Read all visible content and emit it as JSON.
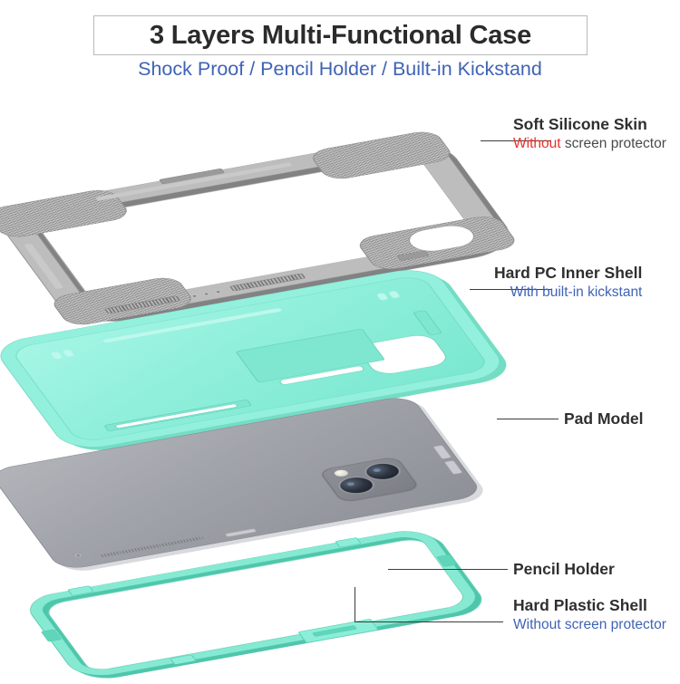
{
  "header": {
    "title": "3 Layers Multi-Functional Case",
    "subtitle": "Shock Proof / Pencil Holder / Built-in Kickstand"
  },
  "colors": {
    "title_text": "#2b2b2b",
    "subtitle_blue": "#3f63b5",
    "accent_red": "#e8312a",
    "mint": "#8fefdb",
    "mint_deep": "#6fe0c6",
    "silicone_gray": "#a9a9a9",
    "pad_gray": "#a2a4ab",
    "leader_line": "#3c3c3c",
    "title_border": "#b9b9b9"
  },
  "callouts": [
    {
      "id": "soft-silicone-skin",
      "title": "Soft Silicone Skin",
      "sub_emphasis": "Without",
      "sub_rest": " screen protector",
      "sub_emphasis_color": "red",
      "sub_rest_color": "gray"
    },
    {
      "id": "hard-pc-inner-shell",
      "title": "Hard PC Inner Shell",
      "sub_full": "With built-in kickstant",
      "sub_color": "blue"
    },
    {
      "id": "pad-model",
      "title": "Pad Model"
    },
    {
      "id": "pencil-holder",
      "title": "Pencil Holder"
    },
    {
      "id": "hard-plastic-shell",
      "title": "Hard Plastic Shell",
      "sub_full": "Without screen protector",
      "sub_color": "blue"
    }
  ],
  "diagram": {
    "type": "exploded-view",
    "layers": [
      {
        "name": "soft-silicone-skin",
        "material": "silicone",
        "color": "#a9a9a9",
        "form": "open-bumper-frame"
      },
      {
        "name": "hard-pc-inner-shell",
        "material": "hard-pc",
        "color": "#8fefdb",
        "form": "solid-tray-with-kickstand"
      },
      {
        "name": "pad-model",
        "material": "aluminum-tablet",
        "color": "#a2a4ab",
        "form": "tablet-rear-with-camera"
      },
      {
        "name": "hard-plastic-shell",
        "material": "hard-plastic",
        "color": "#6fe0c6",
        "form": "open-bezel-frame"
      }
    ]
  }
}
